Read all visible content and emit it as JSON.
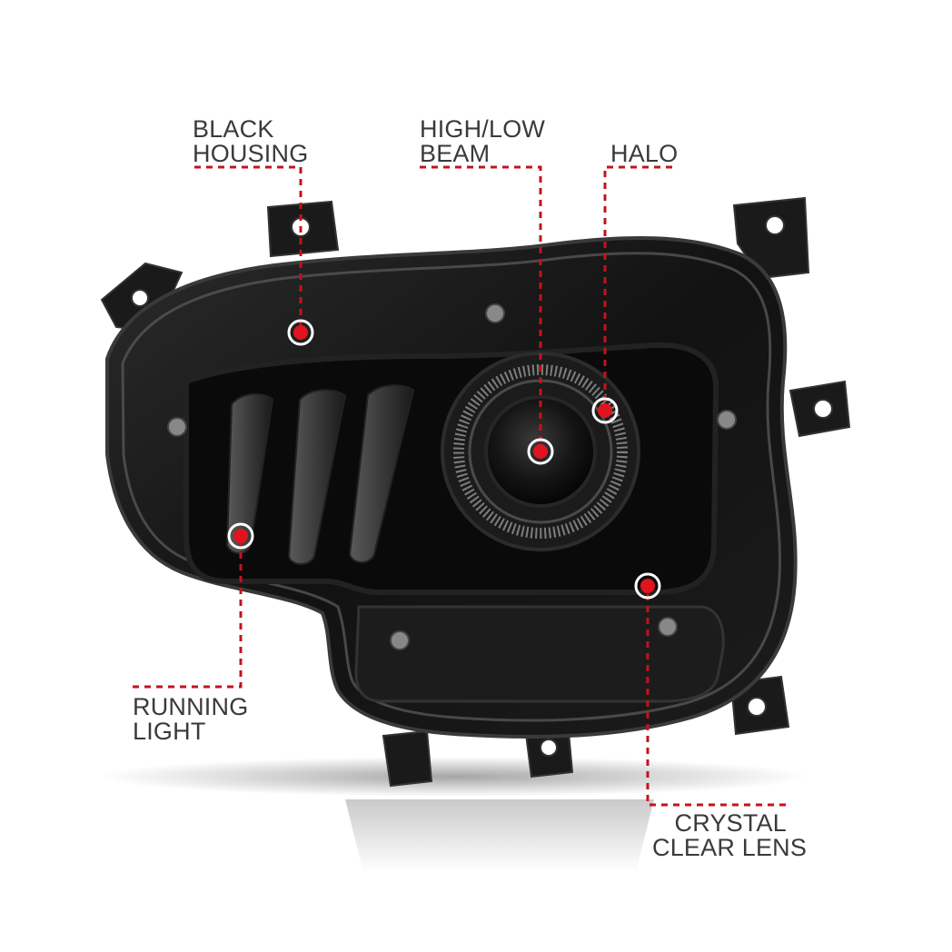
{
  "callouts": {
    "black_housing": {
      "line1": "BLACK",
      "line2": "HOUSING"
    },
    "high_low_beam": {
      "line1": "HIGH/LOW",
      "line2": "BEAM"
    },
    "halo": {
      "line1": "HALO"
    },
    "running_light": {
      "line1": "RUNNING",
      "line2": "LIGHT"
    },
    "crystal_clear_lens": {
      "line1": "CRYSTAL",
      "line2": "CLEAR LENS"
    }
  },
  "colors": {
    "leader_line": "#c1141c",
    "marker_fill": "#e0141e",
    "housing_dark": "#111111",
    "lens_edge": "#3a3a3a",
    "label_text": "#3a3a3a"
  }
}
